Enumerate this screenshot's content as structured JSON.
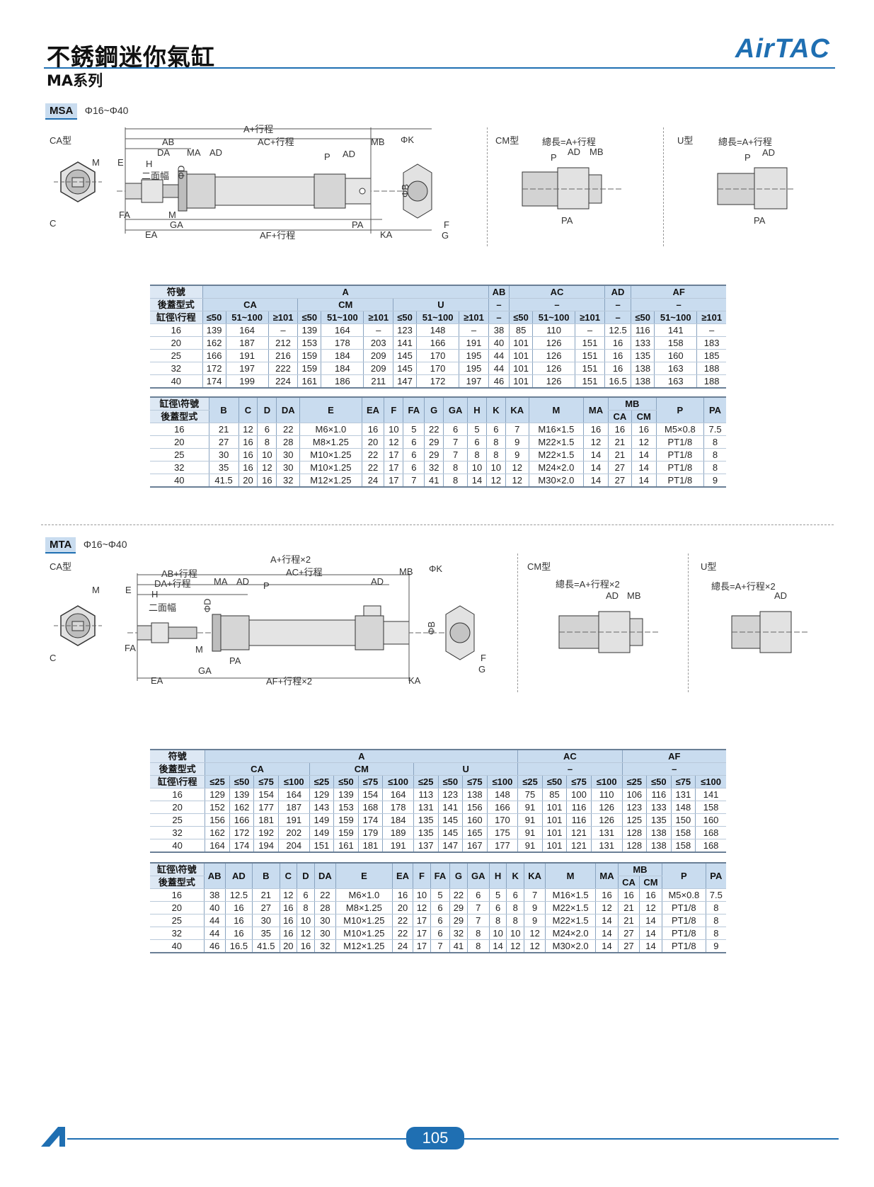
{
  "header": {
    "title": "不銹鋼迷你氣缸",
    "subtitle": "MA系列",
    "brand": "AirTAC",
    "accent_color": "#1f6fb2"
  },
  "msa": {
    "tag": "MSA",
    "range": "Φ16~Φ40",
    "ca_label": "CA型",
    "cm_label": "CM型",
    "u_label": "U型",
    "dims": {
      "a": "A+行程",
      "ab": "AB",
      "ac": "AC+行程",
      "mb": "MB",
      "k": "ΦK",
      "da": "DA",
      "ma": "MA",
      "ad": "AD",
      "m": "M",
      "e": "E",
      "h": "H",
      "wrench": "二面幅",
      "d": "ΦD",
      "p": "P",
      "b": "ΦB",
      "fa": "FA",
      "ga": "GA",
      "pa": "PA",
      "c": "C",
      "ea": "EA",
      "af": "AF+行程",
      "ka": "KA",
      "f": "F",
      "g": "G",
      "cm_total": "總長=A+行程",
      "u_total": "總長=A+行程"
    },
    "table1": {
      "row_symbol": "符號",
      "row_cover": "後蓋型式",
      "row_stroke": "缸徑\\行程",
      "groups": [
        "A",
        "AB",
        "AC",
        "AD",
        "AF"
      ],
      "covers": [
        "CA",
        "CM",
        "U",
        "–",
        "–",
        "–",
        "–"
      ],
      "strokes": [
        "≤50",
        "51~100",
        "≥101",
        "≤50",
        "51~100",
        "≥101",
        "≤50",
        "51~100",
        "≥101",
        "–",
        "≤50",
        "51~100",
        "≥101",
        "–",
        "≤50",
        "51~100",
        "≥101"
      ],
      "rows": [
        [
          "16",
          "139",
          "164",
          "–",
          "139",
          "164",
          "–",
          "123",
          "148",
          "–",
          "38",
          "85",
          "110",
          "–",
          "12.5",
          "116",
          "141",
          "–"
        ],
        [
          "20",
          "162",
          "187",
          "212",
          "153",
          "178",
          "203",
          "141",
          "166",
          "191",
          "40",
          "101",
          "126",
          "151",
          "16",
          "133",
          "158",
          "183"
        ],
        [
          "25",
          "166",
          "191",
          "216",
          "159",
          "184",
          "209",
          "145",
          "170",
          "195",
          "44",
          "101",
          "126",
          "151",
          "16",
          "135",
          "160",
          "185"
        ],
        [
          "32",
          "172",
          "197",
          "222",
          "159",
          "184",
          "209",
          "145",
          "170",
          "195",
          "44",
          "101",
          "126",
          "151",
          "16",
          "138",
          "163",
          "188"
        ],
        [
          "40",
          "174",
          "199",
          "224",
          "161",
          "186",
          "211",
          "147",
          "172",
          "197",
          "46",
          "101",
          "126",
          "151",
          "16.5",
          "138",
          "163",
          "188"
        ]
      ]
    },
    "table2": {
      "row_head1": "缸徑\\符號",
      "row_head2": "後蓋型式",
      "cols": [
        "B",
        "C",
        "D",
        "DA",
        "E",
        "EA",
        "F",
        "FA",
        "G",
        "GA",
        "H",
        "K",
        "KA",
        "M",
        "MA"
      ],
      "mb": "MB",
      "mb_sub": [
        "CA",
        "CM"
      ],
      "tail": [
        "P",
        "PA"
      ],
      "rows": [
        [
          "16",
          "21",
          "12",
          "6",
          "22",
          "M6×1.0",
          "16",
          "10",
          "5",
          "22",
          "6",
          "5",
          "6",
          "7",
          "M16×1.5",
          "16",
          "16",
          "16",
          "M5×0.8",
          "7.5"
        ],
        [
          "20",
          "27",
          "16",
          "8",
          "28",
          "M8×1.25",
          "20",
          "12",
          "6",
          "29",
          "7",
          "6",
          "8",
          "9",
          "M22×1.5",
          "12",
          "21",
          "12",
          "PT1/8",
          "8"
        ],
        [
          "25",
          "30",
          "16",
          "10",
          "30",
          "M10×1.25",
          "22",
          "17",
          "6",
          "29",
          "7",
          "8",
          "8",
          "9",
          "M22×1.5",
          "14",
          "21",
          "14",
          "PT1/8",
          "8"
        ],
        [
          "32",
          "35",
          "16",
          "12",
          "30",
          "M10×1.25",
          "22",
          "17",
          "6",
          "32",
          "8",
          "10",
          "10",
          "12",
          "M24×2.0",
          "14",
          "27",
          "14",
          "PT1/8",
          "8"
        ],
        [
          "40",
          "41.5",
          "20",
          "16",
          "32",
          "M12×1.25",
          "24",
          "17",
          "7",
          "41",
          "8",
          "14",
          "12",
          "12",
          "M30×2.0",
          "14",
          "27",
          "14",
          "PT1/8",
          "9"
        ]
      ]
    }
  },
  "mta": {
    "tag": "MTA",
    "range": "Φ16~Φ40",
    "ca_label": "CA型",
    "cm_label": "CM型",
    "u_label": "U型",
    "dims": {
      "a": "A+行程×2",
      "ab": "AB+行程",
      "da": "DA+行程",
      "ac": "AC+行程",
      "mb": "MB",
      "k": "ΦK",
      "ma": "MA",
      "ad": "AD",
      "p": "P",
      "m": "M",
      "e": "E",
      "h": "H",
      "wrench": "二面幅",
      "d": "ΦD",
      "b": "ΦB",
      "fa": "FA",
      "ga": "GA",
      "pa": "PA",
      "c": "C",
      "ea": "EA",
      "af": "AF+行程×2",
      "ka": "KA",
      "f": "F",
      "g": "G",
      "cm_total": "總長=A+行程×2",
      "u_total": "總長=A+行程×2"
    },
    "table1": {
      "row_symbol": "符號",
      "row_cover": "後蓋型式",
      "row_stroke": "缸徑\\行程",
      "groups": [
        "A",
        "AC",
        "AF"
      ],
      "covers": [
        "CA",
        "CM",
        "U",
        "–",
        "–"
      ],
      "strokes": [
        "≤25",
        "≤50",
        "≤75",
        "≤100",
        "≤25",
        "≤50",
        "≤75",
        "≤100",
        "≤25",
        "≤50",
        "≤75",
        "≤100",
        "≤25",
        "≤50",
        "≤75",
        "≤100",
        "≤25",
        "≤50",
        "≤75",
        "≤100"
      ],
      "rows": [
        [
          "16",
          "129",
          "139",
          "154",
          "164",
          "129",
          "139",
          "154",
          "164",
          "113",
          "123",
          "138",
          "148",
          "75",
          "85",
          "100",
          "110",
          "106",
          "116",
          "131",
          "141"
        ],
        [
          "20",
          "152",
          "162",
          "177",
          "187",
          "143",
          "153",
          "168",
          "178",
          "131",
          "141",
          "156",
          "166",
          "91",
          "101",
          "116",
          "126",
          "123",
          "133",
          "148",
          "158"
        ],
        [
          "25",
          "156",
          "166",
          "181",
          "191",
          "149",
          "159",
          "174",
          "184",
          "135",
          "145",
          "160",
          "170",
          "91",
          "101",
          "116",
          "126",
          "125",
          "135",
          "150",
          "160"
        ],
        [
          "32",
          "162",
          "172",
          "192",
          "202",
          "149",
          "159",
          "179",
          "189",
          "135",
          "145",
          "165",
          "175",
          "91",
          "101",
          "121",
          "131",
          "128",
          "138",
          "158",
          "168"
        ],
        [
          "40",
          "164",
          "174",
          "194",
          "204",
          "151",
          "161",
          "181",
          "191",
          "137",
          "147",
          "167",
          "177",
          "91",
          "101",
          "121",
          "131",
          "128",
          "138",
          "158",
          "168"
        ]
      ]
    },
    "table2": {
      "row_head1": "缸徑\\符號",
      "row_head2": "後蓋型式",
      "cols": [
        "AB",
        "AD",
        "B",
        "C",
        "D",
        "DA",
        "E",
        "EA",
        "F",
        "FA",
        "G",
        "GA",
        "H",
        "K",
        "KA",
        "M",
        "MA"
      ],
      "mb": "MB",
      "mb_sub": [
        "CA",
        "CM"
      ],
      "tail": [
        "P",
        "PA"
      ],
      "rows": [
        [
          "16",
          "38",
          "12.5",
          "21",
          "12",
          "6",
          "22",
          "M6×1.0",
          "16",
          "10",
          "5",
          "22",
          "6",
          "5",
          "6",
          "7",
          "M16×1.5",
          "16",
          "16",
          "16",
          "M5×0.8",
          "7.5"
        ],
        [
          "20",
          "40",
          "16",
          "27",
          "16",
          "8",
          "28",
          "M8×1.25",
          "20",
          "12",
          "6",
          "29",
          "7",
          "6",
          "8",
          "9",
          "M22×1.5",
          "12",
          "21",
          "12",
          "PT1/8",
          "8"
        ],
        [
          "25",
          "44",
          "16",
          "30",
          "16",
          "10",
          "30",
          "M10×1.25",
          "22",
          "17",
          "6",
          "29",
          "7",
          "8",
          "8",
          "9",
          "M22×1.5",
          "14",
          "21",
          "14",
          "PT1/8",
          "8"
        ],
        [
          "32",
          "44",
          "16",
          "35",
          "16",
          "12",
          "30",
          "M10×1.25",
          "22",
          "17",
          "6",
          "32",
          "8",
          "10",
          "10",
          "12",
          "M24×2.0",
          "14",
          "27",
          "14",
          "PT1/8",
          "8"
        ],
        [
          "40",
          "46",
          "16.5",
          "41.5",
          "20",
          "16",
          "32",
          "M12×1.25",
          "24",
          "17",
          "7",
          "41",
          "8",
          "14",
          "12",
          "12",
          "M30×2.0",
          "14",
          "27",
          "14",
          "PT1/8",
          "9"
        ]
      ]
    }
  },
  "footer": {
    "page_number": "105"
  }
}
